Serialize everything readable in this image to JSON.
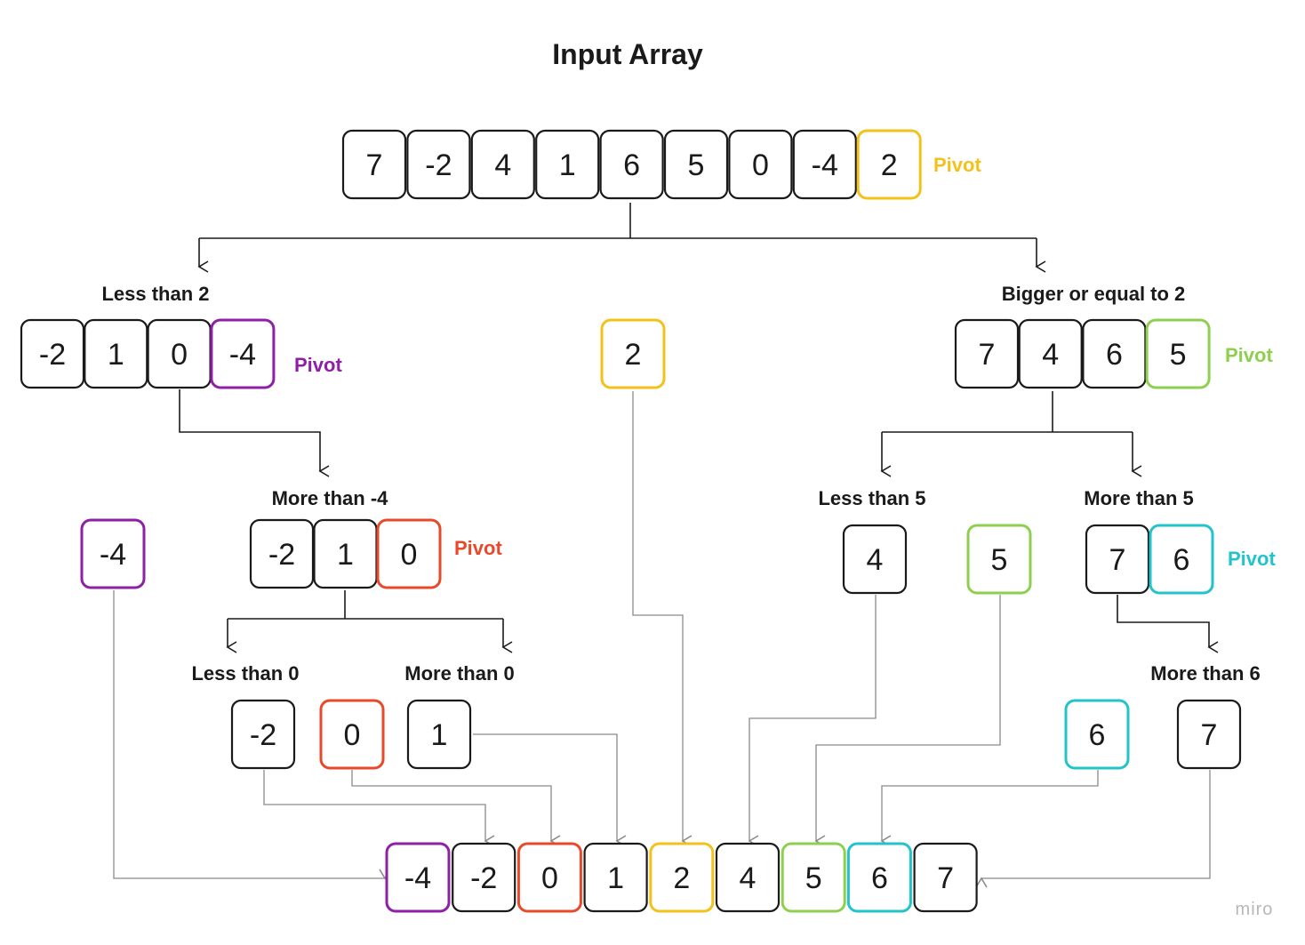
{
  "title": "Input Array",
  "logo": "miro",
  "colors": {
    "default": "#1a1a1a",
    "yellow": "#f2c21b",
    "purple": "#8e1fa6",
    "red": "#e8492a",
    "green": "#8fcf4f",
    "cyan": "#22c3c9",
    "connector": "#8a8a8a"
  },
  "input_array": {
    "values": [
      "7",
      "-2",
      "4",
      "1",
      "6",
      "5",
      "0",
      "-4",
      "2"
    ],
    "pivot_label": "Pivot"
  },
  "left_partition": {
    "label": "Less than 2",
    "values": [
      "-2",
      "1",
      "0",
      "-4"
    ],
    "pivot_label": "Pivot"
  },
  "middle_pivot": {
    "value": "2"
  },
  "right_partition": {
    "label": "Bigger or equal to 2",
    "values": [
      "7",
      "4",
      "6",
      "5"
    ],
    "pivot_label": "Pivot"
  },
  "left_pivot_single": {
    "value": "-4"
  },
  "more_than_neg4": {
    "label": "More than -4",
    "values": [
      "-2",
      "1",
      "0"
    ],
    "pivot_label": "Pivot"
  },
  "less_than_0": {
    "label": "Less than 0",
    "value": "-2"
  },
  "zero_pivot": {
    "value": "0"
  },
  "more_than_0": {
    "label": "More than 0",
    "value": "1"
  },
  "less_than_5": {
    "label": "Less than 5",
    "value": "4"
  },
  "five_pivot": {
    "value": "5"
  },
  "more_than_5": {
    "label": "More than 5",
    "values": [
      "7",
      "6"
    ],
    "pivot_label": "Pivot"
  },
  "six_pivot": {
    "value": "6"
  },
  "more_than_6": {
    "label": "More than 6",
    "value": "7"
  },
  "sorted_array": {
    "values": [
      "-4",
      "-2",
      "0",
      "1",
      "2",
      "4",
      "5",
      "6",
      "7"
    ]
  }
}
